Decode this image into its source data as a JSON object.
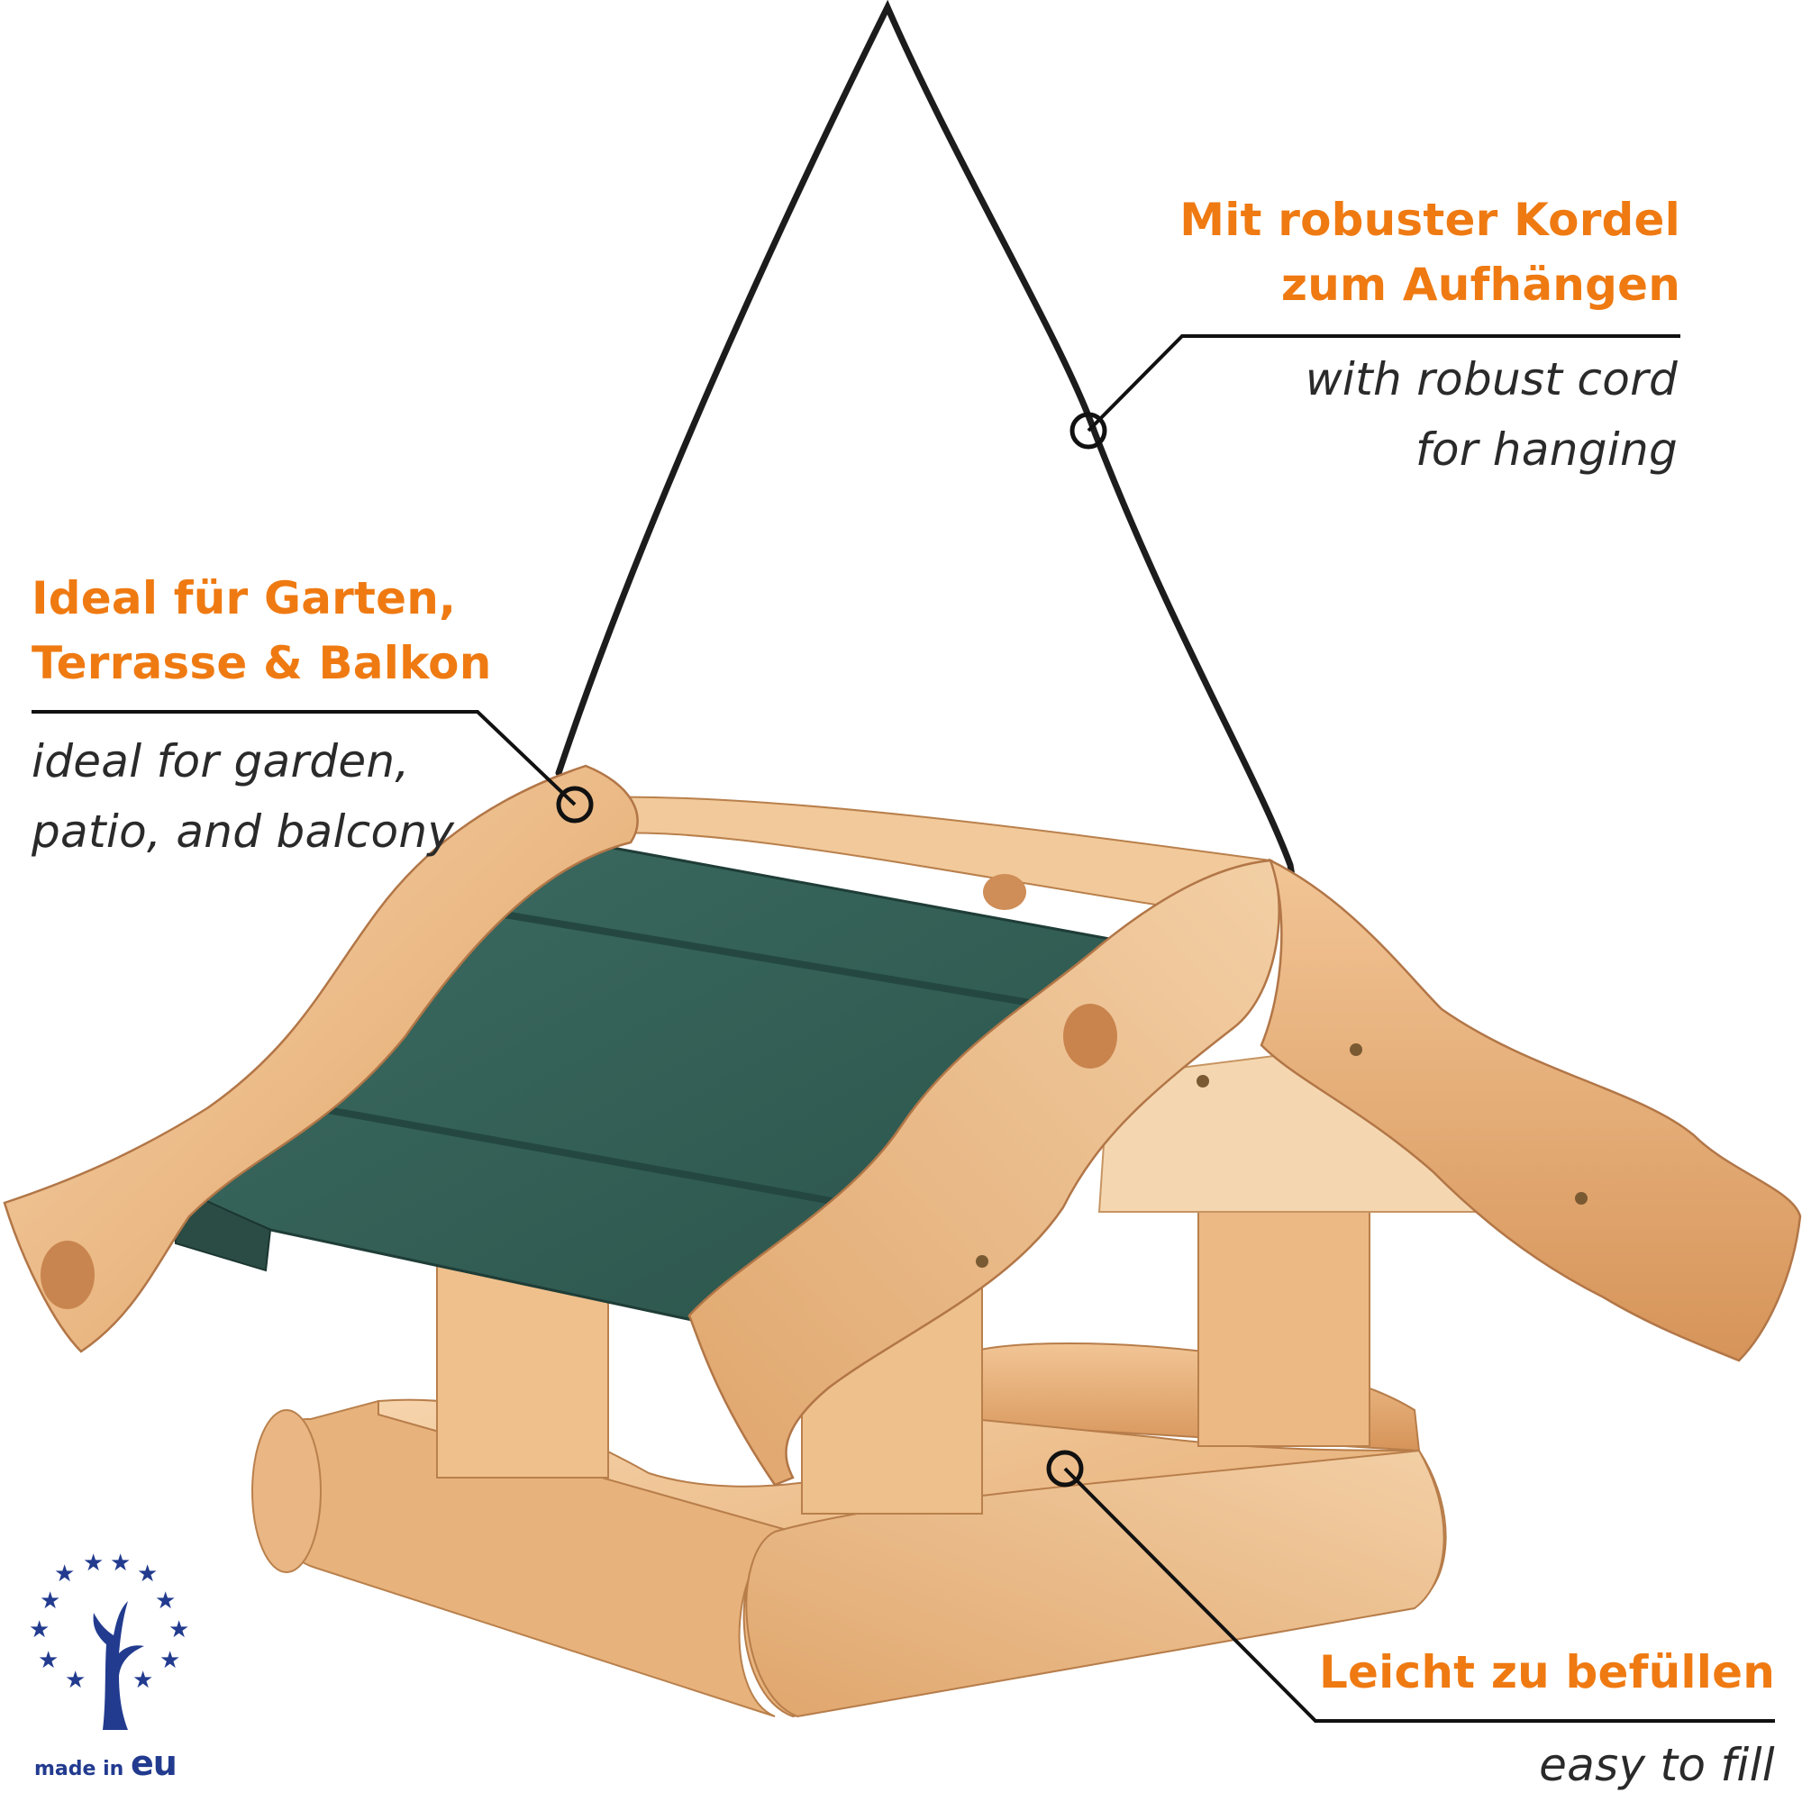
{
  "callouts": {
    "cord": {
      "title": "Mit robuster Kordel\nzum Aufhängen",
      "subtitle": "with robust cord\nfor hanging"
    },
    "garden": {
      "title": "Ideal für Garten,\nTerrasse & Balkon",
      "subtitle": "ideal for garden,\npatio, and balcony"
    },
    "fill": {
      "title": "Leicht zu befüllen",
      "subtitle": "easy to fill"
    }
  },
  "badge": {
    "prefix": "made in ",
    "suffix": "eu"
  },
  "colors": {
    "accent": "#ef7a12",
    "roof_green": "#2f5e55",
    "wood_light": "#f3c99a",
    "wood_mid": "#e3aa74",
    "wood_dark": "#c98b56",
    "eu_blue": "#223b8f",
    "line": "#111111"
  }
}
